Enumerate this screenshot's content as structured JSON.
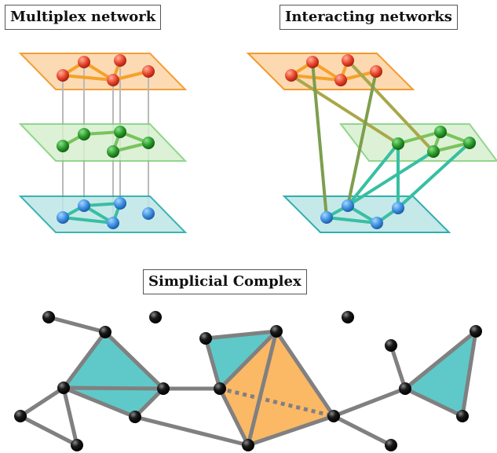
{
  "titles": {
    "multiplex": "Multiplex network",
    "interacting": "Interacting networks",
    "simplicial": "Simplicial Complex"
  },
  "colors": {
    "red_layer_fill": "#fcd9b0",
    "red_layer_edge": "#f29a2e",
    "red_node": "#e8452c",
    "green_layer_fill": "#d6efcf",
    "green_layer_edge": "#7fcf7a",
    "green_node": "#2a9a2a",
    "blue_layer_fill": "#bfe6e6",
    "blue_layer_edge": "#1aa6a6",
    "blue_node": "#3b8fe0",
    "orange_edge": "#f6a129",
    "green_edge": "#7ac35c",
    "teal_edge": "#37bfa3",
    "interlayer_edge": "#b9b9b9",
    "cross_edge_olive": "#a9a84a",
    "cross_edge_green": "#7e9e4d",
    "cross_edge_teal": "#37bfa3",
    "triangle_teal": "#5fc9c9",
    "tetra_orange": "#fbb865",
    "complex_edge": "#808080",
    "complex_node": "#111111"
  }
}
